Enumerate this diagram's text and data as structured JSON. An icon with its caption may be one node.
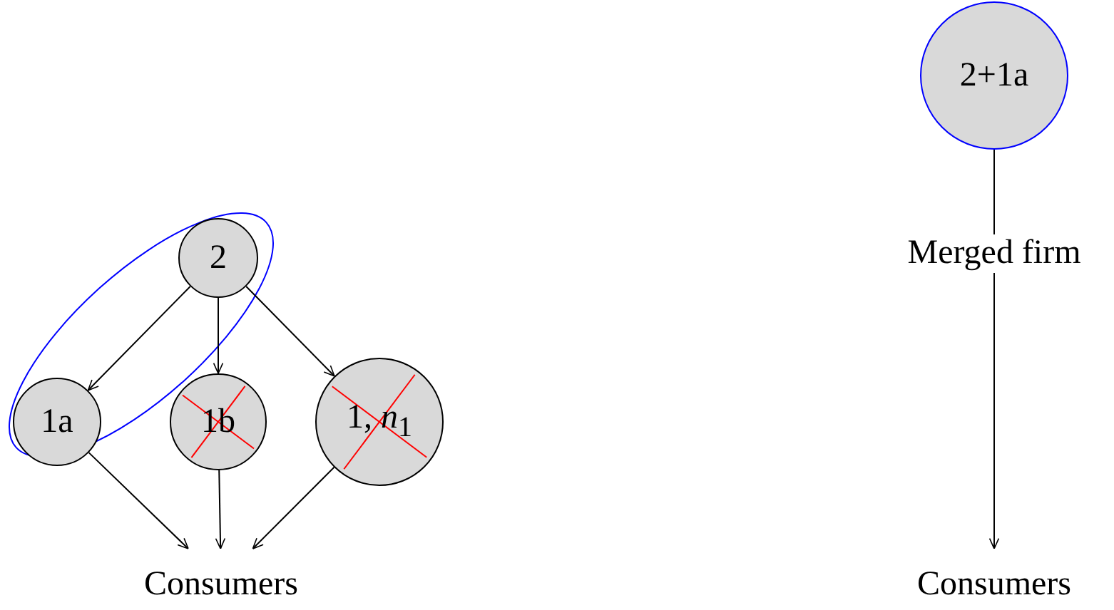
{
  "diagram": {
    "nodes": [
      {
        "text": [
          "2"
        ]
      },
      {
        "text": [
          "1a"
        ]
      },
      {
        "text": [
          "1b"
        ]
      },
      {
        "text": [
          "1, *n*$_{1}$"
        ]
      },
      {
        "text": [
          "Consumers"
        ]
      },
      {
        "text": [
          "2+1a"
        ]
      },
      {
        "text": [
          "Consumers"
        ]
      }
    ],
    "edges": [
      {
        "from": 0,
        "to": 1,
        "arrow": "to"
      },
      {
        "from": 0,
        "to": 2,
        "arrow": "to"
      },
      {
        "from": 0,
        "to": 3,
        "arrow": "to"
      },
      {
        "from": 1,
        "to": 4,
        "arrow": "to"
      },
      {
        "from": 2,
        "to": 4,
        "arrow": "to"
      },
      {
        "from": 3,
        "to": 4,
        "arrow": "to"
      },
      {
        "from": 5,
        "to": 6,
        "arrow": "to",
        "label": "Merged firm"
      }
    ]
  }
}
